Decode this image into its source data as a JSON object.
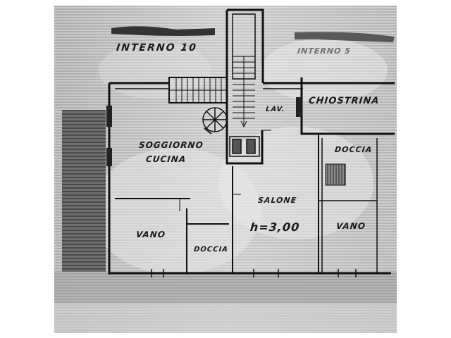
{
  "plan": {
    "unit_label": "INTERNO 10",
    "neighbor_label": "INTERNO 5",
    "rooms": {
      "chiostrina": "CHIOSTRINA",
      "lav": "LAV.",
      "soggiorno": "SOGGIORNO",
      "cucina": "CUCINA",
      "doccia_upper": "DOCCIA",
      "salone": "SALONE",
      "vano_left": "VANO",
      "vano_right": "VANO",
      "doccia_lower": "DOCCIA"
    },
    "ceiling_height": "h=3,00"
  },
  "colors": {
    "paper": "#ffffff",
    "scan_grey": "#b8b8b8",
    "ink": "#1a1a1a"
  }
}
